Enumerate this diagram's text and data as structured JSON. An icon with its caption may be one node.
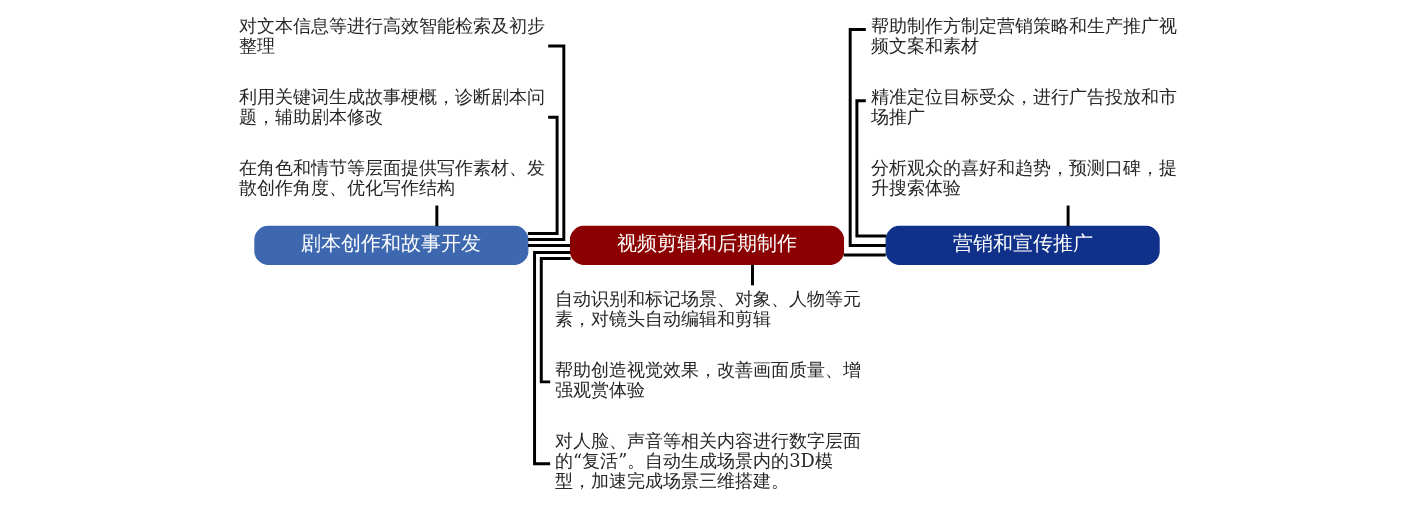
{
  "diagram": {
    "nodes": [
      {
        "text": [
          "对文本信息等进行高效智能检索及初步整理"
        ]
      },
      {
        "text": [
          "利用关键词生成故事梗概，诊断剧本问题，辅助剧本修改"
        ]
      },
      {
        "text": [
          "在角色和情节等层面提供写作素材、发散创作角度、优化写作结构"
        ]
      },
      {
        "text": [
          "剧本创作和故事开发"
        ]
      },
      {
        "text": [
          "视频剪辑和后期制作"
        ]
      },
      {
        "text": [
          "自动识别和标记场景、对象、人物等元素，对镜头自动编辑和剪辑"
        ]
      },
      {
        "text": [
          "帮助创造视觉效果，改善画面质量、增强观赏体验"
        ]
      },
      {
        "text": [
          "对人脸、声音等相关内容进行数字层面的“复活”。自动生成场景内的3D模型，加速完成场景三维搭建。"
        ]
      },
      {
        "text": [
          "帮助制作方制定营销策略和生产推广视频文案和素材"
        ]
      },
      {
        "text": [
          "精准定位目标受众，进行广告投放和市场推广"
        ]
      },
      {
        "text": [
          "分析观众的喜好和趋势，预测口碑，提升搜索体验"
        ]
      },
      {
        "text": [
          "营销和宣传推广"
        ]
      }
    ],
    "edges": [
      {
        "from": 3,
        "to": 4,
        "arrow": "none"
      },
      {
        "from": 4,
        "to": 11,
        "arrow": "none"
      },
      {
        "from": 3,
        "to": 0,
        "arrow": "none"
      },
      {
        "from": 3,
        "to": 1,
        "arrow": "none"
      },
      {
        "from": 3,
        "to": 2,
        "arrow": "none"
      },
      {
        "from": 4,
        "to": 5,
        "arrow": "none"
      },
      {
        "from": 4,
        "to": 6,
        "arrow": "none"
      },
      {
        "from": 4,
        "to": 7,
        "arrow": "none"
      },
      {
        "from": 11,
        "to": 8,
        "arrow": "none"
      },
      {
        "from": 11,
        "to": 9,
        "arrow": "none"
      },
      {
        "from": 11,
        "to": 10,
        "arrow": "none"
      }
    ]
  }
}
